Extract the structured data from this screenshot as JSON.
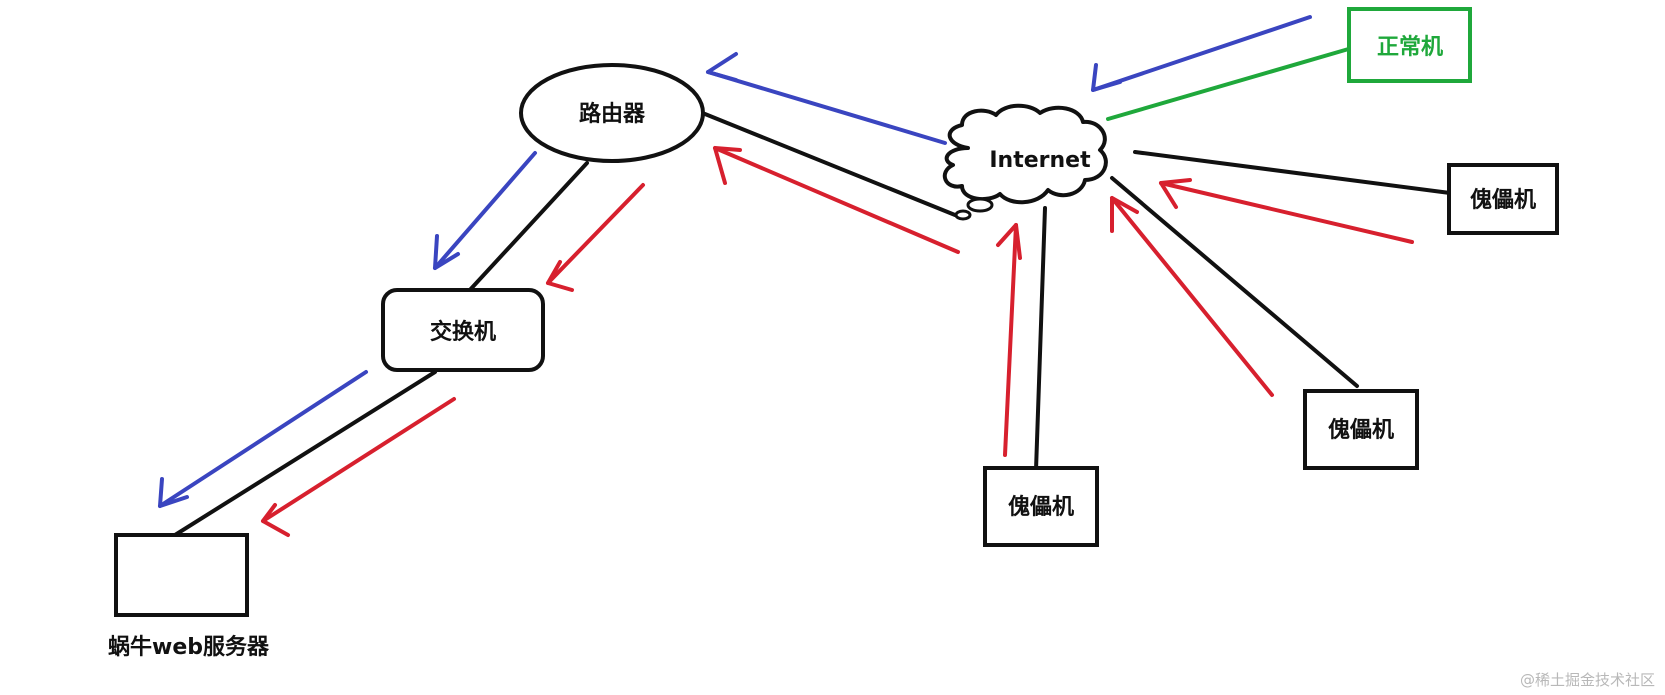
{
  "nodes": {
    "router": {
      "label": "路由器"
    },
    "switch": {
      "label": "交换机"
    },
    "server": {
      "label": "蜗牛web服务器"
    },
    "internet": {
      "label": "Internet"
    },
    "normal_host": {
      "label": "正常机"
    },
    "puppet_right": {
      "label": "傀儡机"
    },
    "puppet_mid": {
      "label": "傀儡机"
    },
    "puppet_bottom": {
      "label": "傀儡机"
    }
  },
  "colors": {
    "link": "#111111",
    "normal_traffic": "#3a45c0",
    "attack_traffic": "#d7202e",
    "normal_host": "#1fa83b"
  },
  "watermark": "@稀土掘金技术社区"
}
